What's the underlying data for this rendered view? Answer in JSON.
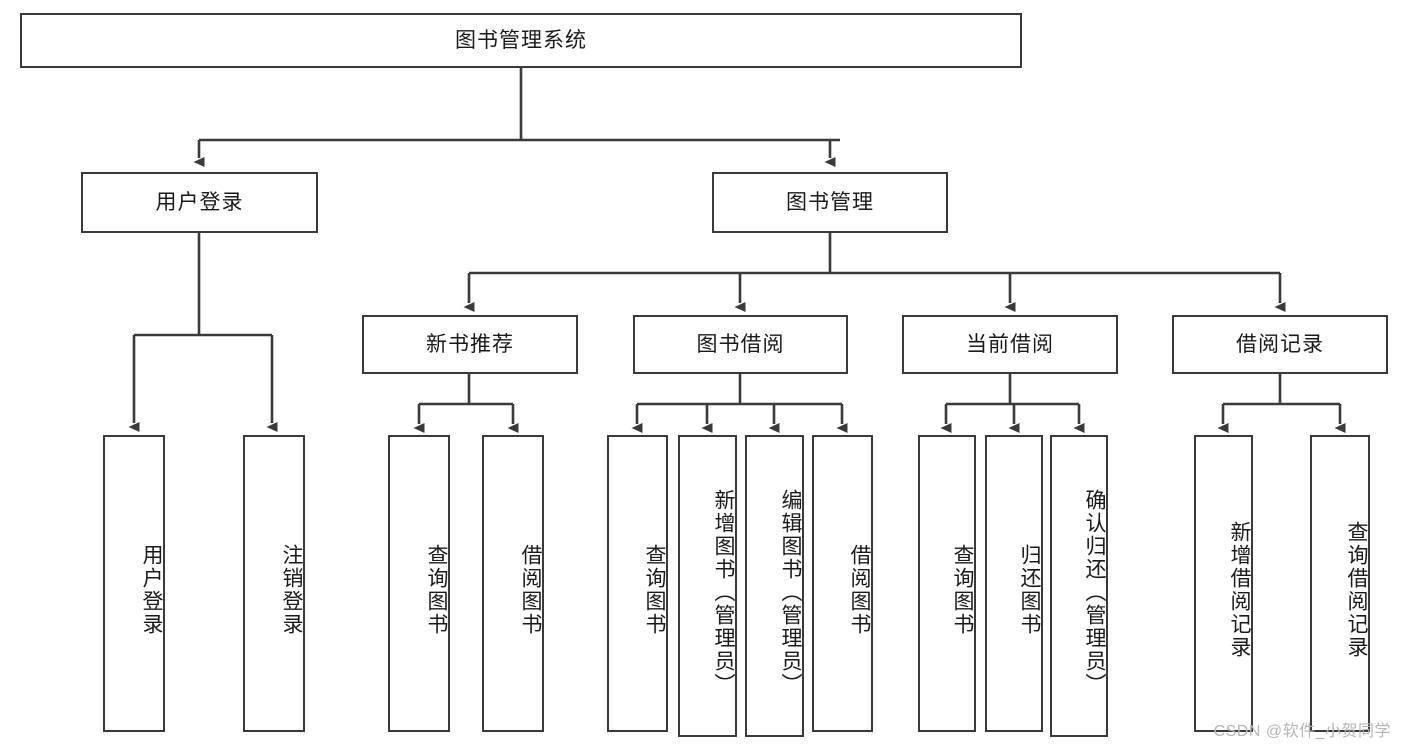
{
  "diagram": {
    "title": "图书管理系统",
    "type": "tree-hierarchy",
    "root": {
      "label": "图书管理系统"
    },
    "level1": [
      {
        "label": "用户登录"
      },
      {
        "label": "图书管理"
      }
    ],
    "level2": [
      {
        "label": "新书推荐"
      },
      {
        "label": "图书借阅"
      },
      {
        "label": "当前借阅"
      },
      {
        "label": "借阅记录"
      }
    ],
    "leaves": {
      "user_login": [
        {
          "label": "用户登录"
        },
        {
          "label": "注销登录"
        }
      ],
      "new_book_recommend": [
        {
          "label": "查询图书"
        },
        {
          "label": "借阅图书"
        }
      ],
      "book_borrow": [
        {
          "label": "查询图书"
        },
        {
          "label": "新增图书（管理员）"
        },
        {
          "label": "编辑图书（管理员）"
        },
        {
          "label": "借阅图书"
        }
      ],
      "current_borrow": [
        {
          "label": "查询图书"
        },
        {
          "label": "归还图书"
        },
        {
          "label": "确认归还（管理员）"
        }
      ],
      "borrow_record": [
        {
          "label": "新增借阅记录"
        },
        {
          "label": "查询借阅记录"
        }
      ]
    }
  },
  "watermark": {
    "text": "CSDN @软件_小贺同学"
  },
  "colors": {
    "stroke": "#3a3a3a",
    "text": "#1a1a1a",
    "background": "#ffffff",
    "watermark": "#b5b5b5"
  }
}
